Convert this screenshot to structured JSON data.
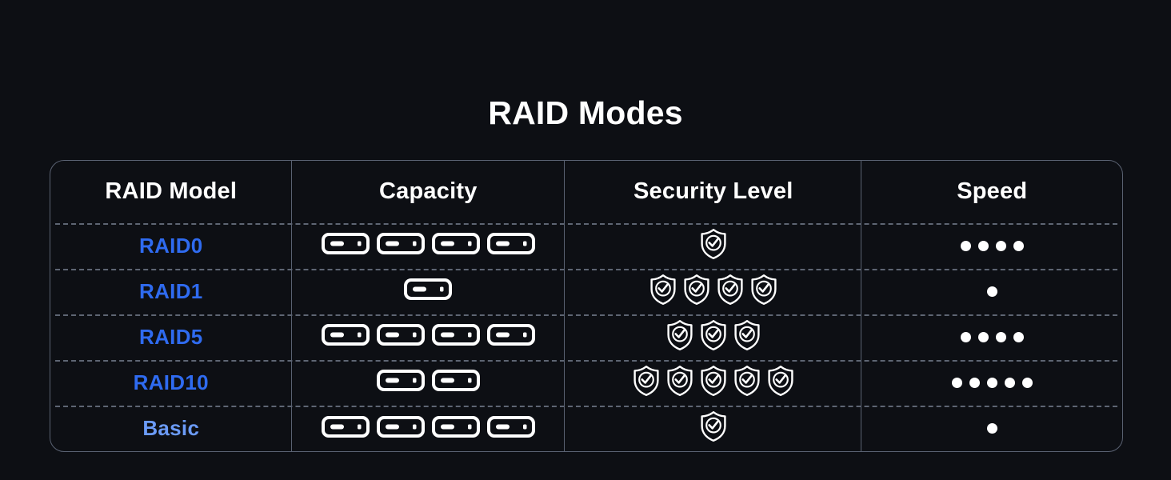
{
  "page": {
    "title": "RAID Modes",
    "background_color": "#0d0f14",
    "accent_blue": "#2f6bf0",
    "accent_blue_light": "#6b9bf7",
    "icon_color": "#ffffff",
    "border_color": "#5a6272"
  },
  "table": {
    "columns": [
      {
        "key": "model",
        "label": "RAID Model"
      },
      {
        "key": "capacity",
        "label": "Capacity"
      },
      {
        "key": "security",
        "label": "Security Level"
      },
      {
        "key": "speed",
        "label": "Speed"
      }
    ],
    "rows": [
      {
        "model": "RAID0",
        "model_style": "bold",
        "capacity_drives": 4,
        "security_shields": 1,
        "speed_dots": 4
      },
      {
        "model": "RAID1",
        "model_style": "bold",
        "capacity_drives": 1,
        "security_shields": 4,
        "speed_dots": 1
      },
      {
        "model": "RAID5",
        "model_style": "bold",
        "capacity_drives": 4,
        "security_shields": 3,
        "speed_dots": 4
      },
      {
        "model": "RAID10",
        "model_style": "bold",
        "capacity_drives": 2,
        "security_shields": 5,
        "speed_dots": 5
      },
      {
        "model": "Basic",
        "model_style": "light",
        "capacity_drives": 4,
        "security_shields": 1,
        "speed_dots": 1
      }
    ],
    "icons": {
      "capacity": "drive-icon",
      "security": "shield-check-icon",
      "speed": "dot-icon"
    }
  }
}
